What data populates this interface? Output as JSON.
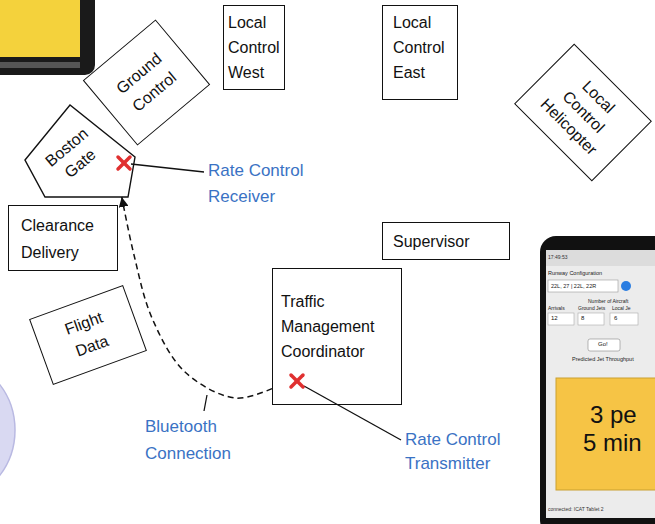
{
  "diagram": {
    "nodes": [
      {
        "text": [
          "Ground Control"
        ]
      },
      {
        "text": [
          "Local Control West"
        ]
      },
      {
        "text": [
          "Local Control East"
        ]
      },
      {
        "text": [
          "Local Control Helicopter"
        ]
      },
      {
        "text": [
          "Boston Gate"
        ]
      },
      {
        "text": [
          "Clearance Delivery"
        ]
      },
      {
        "text": [
          "Supervisor"
        ]
      },
      {
        "text": [
          "Traffic Management Coordinator"
        ]
      },
      {
        "text": [
          "Flight Data"
        ]
      }
    ],
    "edges": [
      {
        "from": 7,
        "to": 4,
        "arrow": "to",
        "label": "Bluetooth Connection"
      }
    ],
    "labels": [
      "Rate Control Receiver",
      "Rate Control Transmitter",
      "17:49:53",
      "Runway Configuration",
      "22L, 27 | 22L, 22R",
      "Number of Aircraft",
      "Arrivals",
      "Ground Jets",
      "Local Je",
      "12",
      "8",
      "6",
      "Go!",
      "Predicted Jet Throughput",
      "3 pe",
      "5 min",
      "connected: ICAT Tablet 2"
    ]
  }
}
